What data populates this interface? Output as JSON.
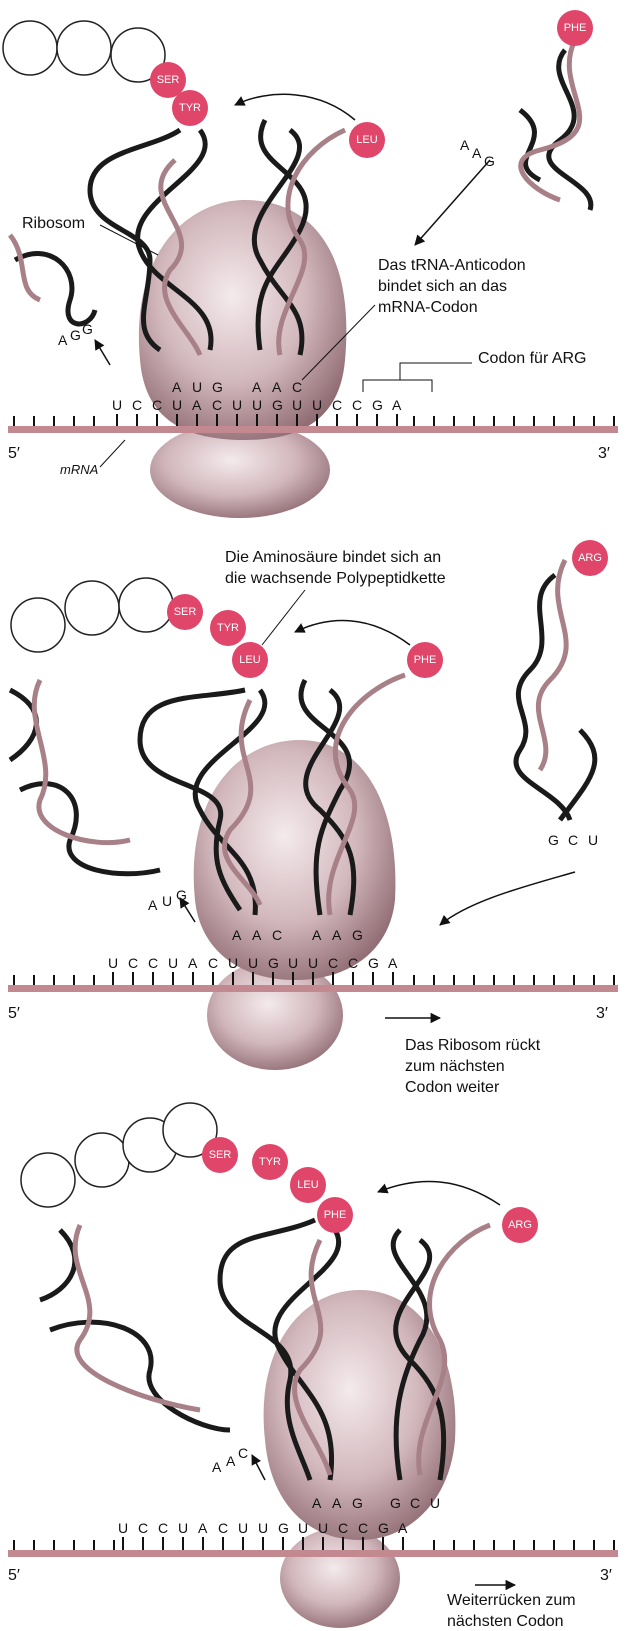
{
  "colors": {
    "amino_fill": "#e0456a",
    "ribosome": "#b89aa0",
    "mrna": "#c28a90",
    "trna_strand_a": "#1a1a1a",
    "trna_strand_b": "#a88088"
  },
  "panel1": {
    "aa_chain": [
      "SER",
      "TYR"
    ],
    "incoming_aa": "LEU",
    "free_aa": "PHE",
    "ribosome_label": "Ribosom",
    "anticodon_label_lines": [
      "Das tRNA-Anticodon",
      "bindet sich an das",
      "mRNA-Codon"
    ],
    "codon_label": "Codon für ARG",
    "exit_anticodon": [
      "A",
      "G",
      "G"
    ],
    "site_anticodon_1": [
      "A",
      "U",
      "G"
    ],
    "site_anticodon_2": [
      "A",
      "A",
      "C"
    ],
    "free_anticodon": [
      "A",
      "A",
      "G"
    ],
    "mrna_seq": [
      "U",
      "C",
      "C",
      "U",
      "A",
      "C",
      "U",
      "U",
      "G",
      "U",
      "U",
      "C",
      "C",
      "G",
      "A"
    ],
    "prime5": "5′",
    "prime3": "3′",
    "mrna_label": "mRNA"
  },
  "panel2": {
    "aa_chain": [
      "SER",
      "TYR",
      "LEU"
    ],
    "incoming_aa": "PHE",
    "free_aa": "ARG",
    "aa_bind_label_lines": [
      "Die Aminosäure bindet sich an",
      "die wachsende Polypeptidkette"
    ],
    "exit_anticodon": [
      "A",
      "U",
      "G"
    ],
    "site_anticodon_1": [
      "A",
      "A",
      "C"
    ],
    "site_anticodon_2": [
      "A",
      "A",
      "G"
    ],
    "free_anticodon": [
      "G",
      "C",
      "U"
    ],
    "mrna_seq": [
      "U",
      "C",
      "C",
      "U",
      "A",
      "C",
      "U",
      "U",
      "G",
      "U",
      "U",
      "C",
      "C",
      "G",
      "A"
    ],
    "move_label_lines": [
      "Das Ribosom rückt",
      "zum nächsten",
      "Codon weiter"
    ],
    "prime5": "5′",
    "prime3": "3′"
  },
  "panel3": {
    "aa_chain": [
      "SER",
      "TYR",
      "LEU",
      "PHE"
    ],
    "incoming_aa": "ARG",
    "exit_anticodon": [
      "A",
      "A",
      "C"
    ],
    "site_anticodon_1": [
      "A",
      "A",
      "G"
    ],
    "site_anticodon_2": [
      "G",
      "C",
      "U"
    ],
    "mrna_seq": [
      "U",
      "C",
      "C",
      "U",
      "A",
      "C",
      "U",
      "U",
      "G",
      "U",
      "U",
      "C",
      "C",
      "G",
      "A"
    ],
    "move_label_lines": [
      "Weiterrücken zum",
      "nächsten Codon"
    ],
    "prime5": "5′",
    "prime3": "3′"
  }
}
